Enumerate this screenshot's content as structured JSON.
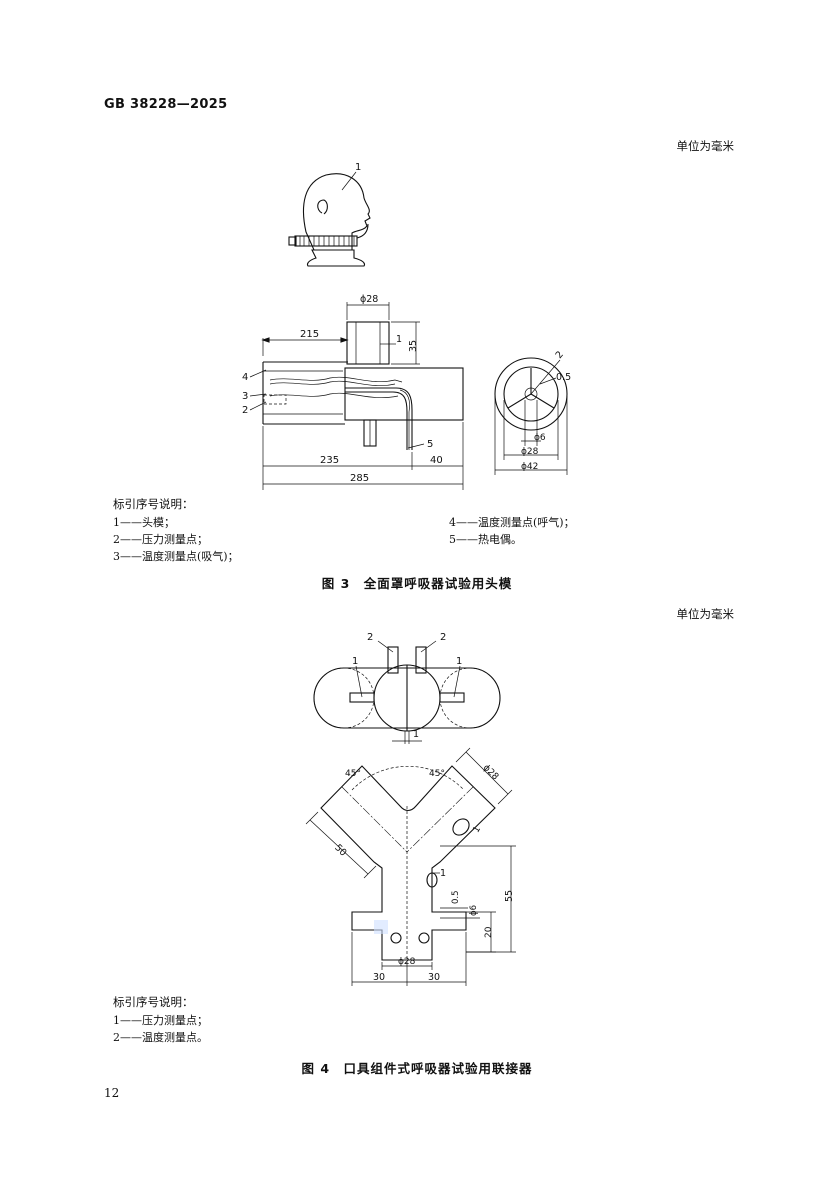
{
  "header": {
    "standard_no": "GB 38228—2025"
  },
  "unit_note": "单位为毫米",
  "figure3": {
    "caption": "图 3　全面罩呼吸器试验用头模",
    "callouts": [
      "1",
      "2",
      "3",
      "4",
      "5",
      "1",
      "2"
    ],
    "dims": [
      "ϕ28",
      "215",
      "1",
      "35",
      "0.5",
      "ϕ6",
      "ϕ28",
      "ϕ42",
      "235",
      "40",
      "285"
    ],
    "legend_title": "标引序号说明：",
    "legend": [
      "1——头模；",
      "2——压力测量点；",
      "3——温度测量点(吸气)；",
      "4——温度测量点(呼气)；",
      "5——热电偶。"
    ]
  },
  "figure4": {
    "caption": "图 4　口具组件式呼吸器试验用联接器",
    "callouts": [
      "2",
      "2",
      "1",
      "1",
      "1",
      "1",
      "1"
    ],
    "dims": [
      "45°",
      "45°",
      "ϕ28",
      "50",
      "1",
      "0.5",
      "ϕ6",
      "55",
      "20",
      "ϕ28",
      "30",
      "30"
    ],
    "legend_title": "标引序号说明：",
    "legend": [
      "1——压力测量点；",
      "2——温度测量点。"
    ]
  },
  "page_number": "12"
}
